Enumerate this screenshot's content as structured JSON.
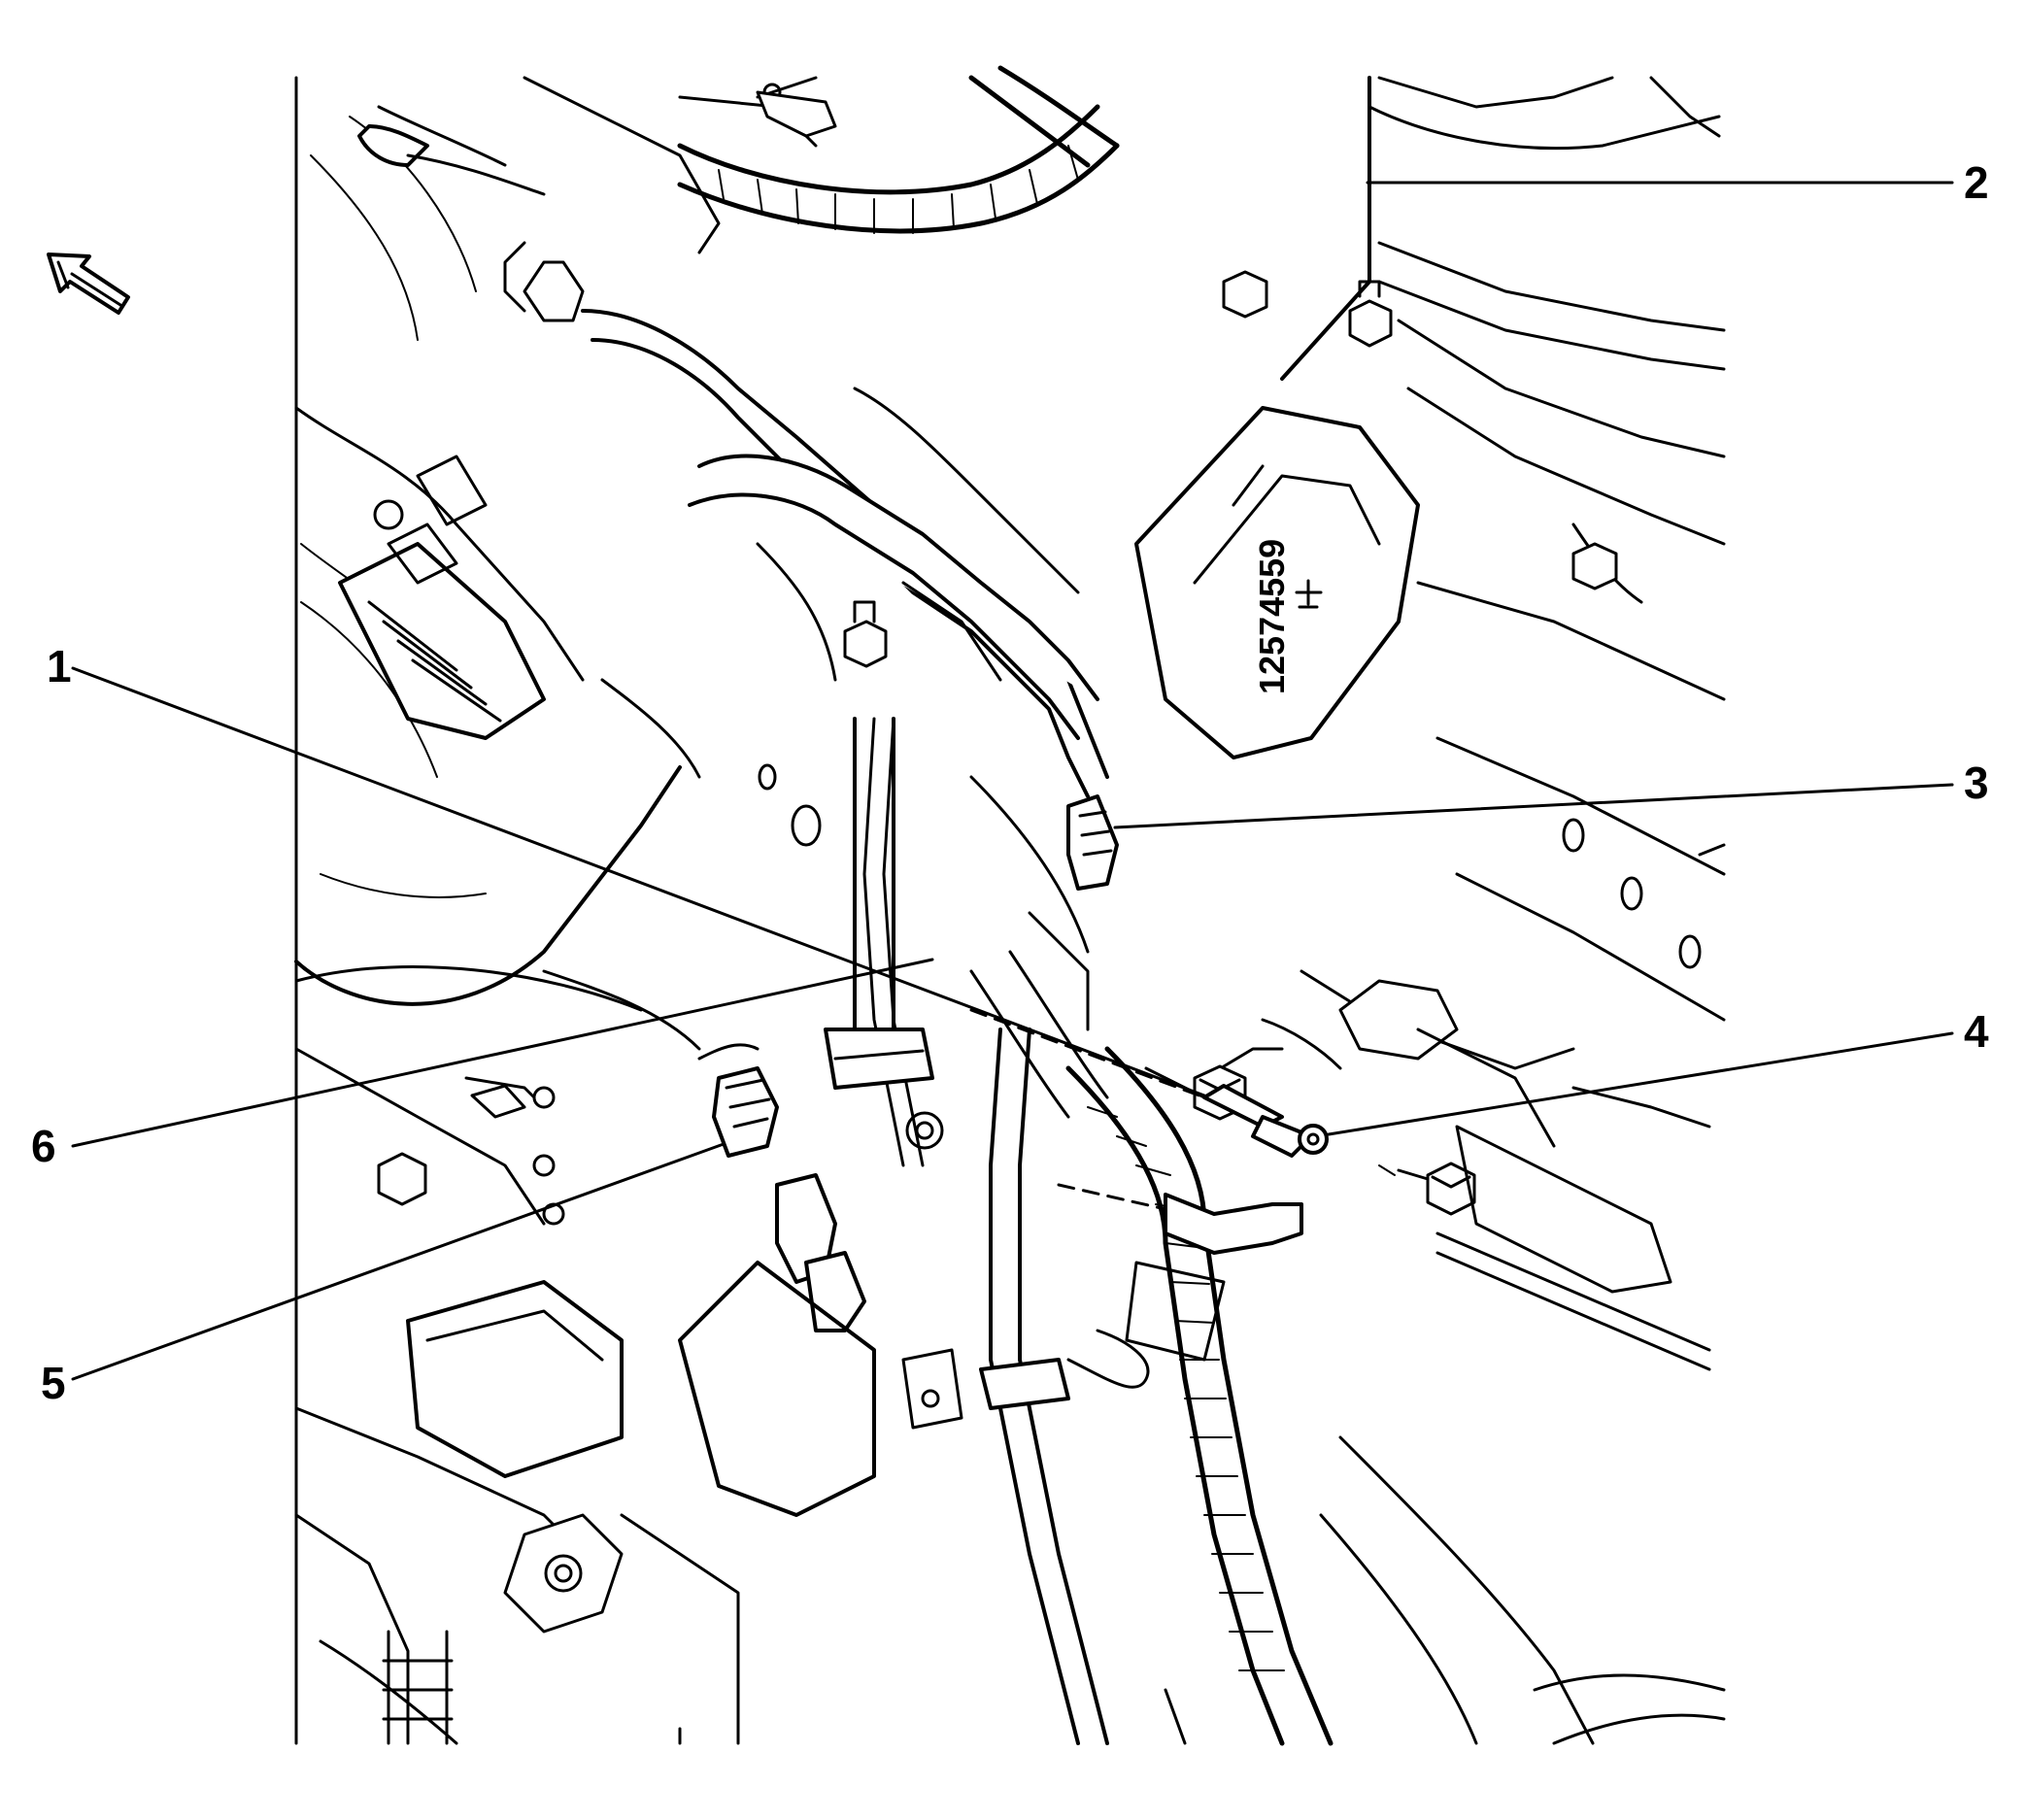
{
  "diagram": {
    "stamp_text": "12574559",
    "callouts": [
      {
        "id": "1",
        "label": "1"
      },
      {
        "id": "2",
        "label": "2"
      },
      {
        "id": "3",
        "label": "3"
      },
      {
        "id": "4",
        "label": "4"
      },
      {
        "id": "5",
        "label": "5"
      },
      {
        "id": "6",
        "label": "6"
      }
    ],
    "orientation_icon": "forward-arrow-icon",
    "line_color": "#000000",
    "background_color": "#ffffff"
  }
}
